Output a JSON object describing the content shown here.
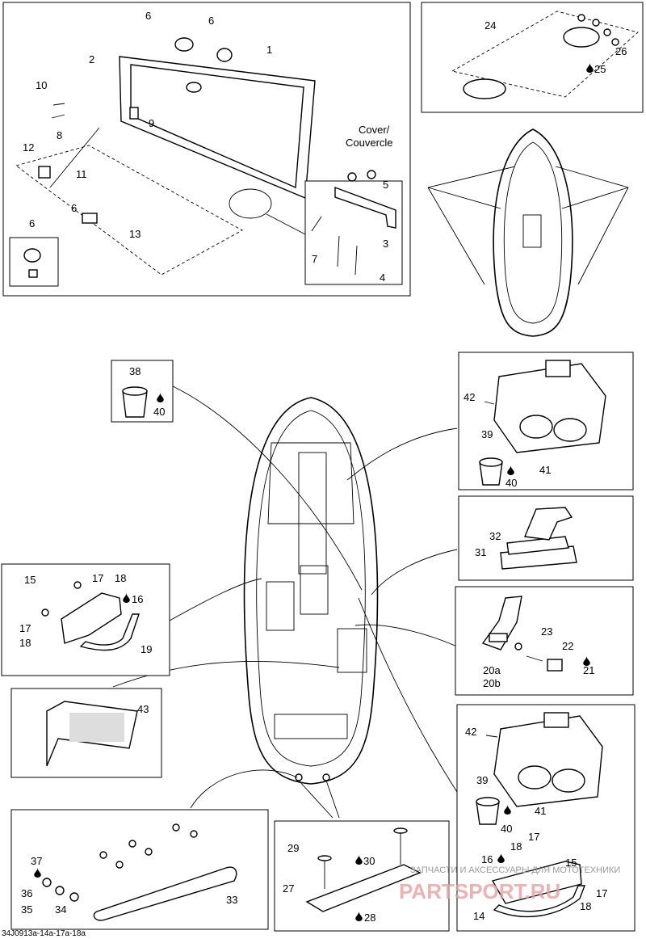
{
  "diagram": {
    "cover_label_line1": "Cover/",
    "cover_label_line2": "Couvercle",
    "figure_code": "34J0913a-14a-17a-18a",
    "callouts": {
      "c1": "1",
      "c2": "2",
      "c3": "3",
      "c4": "4",
      "c5": "5",
      "c6a": "6",
      "c6b": "6",
      "c6c": "6",
      "c6d": "6",
      "c7": "7",
      "c8": "8",
      "c9": "9",
      "c10": "10",
      "c11": "11",
      "c12": "12",
      "c13": "13",
      "c14": "14",
      "c15a": "15",
      "c15b": "15",
      "c16a": "16",
      "c16b": "16",
      "c17a": "17",
      "c17b": "17",
      "c17c": "17",
      "c17d": "17",
      "c18a": "18",
      "c18b": "18",
      "c18c": "18",
      "c18d": "18",
      "c19": "19",
      "c20a": "20a",
      "c20b": "20b",
      "c21": "21",
      "c22": "22",
      "c23": "23",
      "c24": "24",
      "c25": "25",
      "c26": "26",
      "c27": "27",
      "c28": "28",
      "c29": "29",
      "c30": "30",
      "c31": "31",
      "c32": "32",
      "c33": "33",
      "c34": "34",
      "c35": "35",
      "c36": "36",
      "c37": "37",
      "c38": "38",
      "c39a": "39",
      "c39b": "39",
      "c40a": "40",
      "c40b": "40",
      "c40c": "40",
      "c41a": "41",
      "c41b": "41",
      "c42a": "42",
      "c42b": "42",
      "c43": "43"
    }
  },
  "watermark": {
    "line1": "ЗАПЧАСТИ И АКСЕССУАРЫ ДЛЯ МОТОТЕХНИКИ",
    "line2": "PARTSPORT.RU"
  }
}
